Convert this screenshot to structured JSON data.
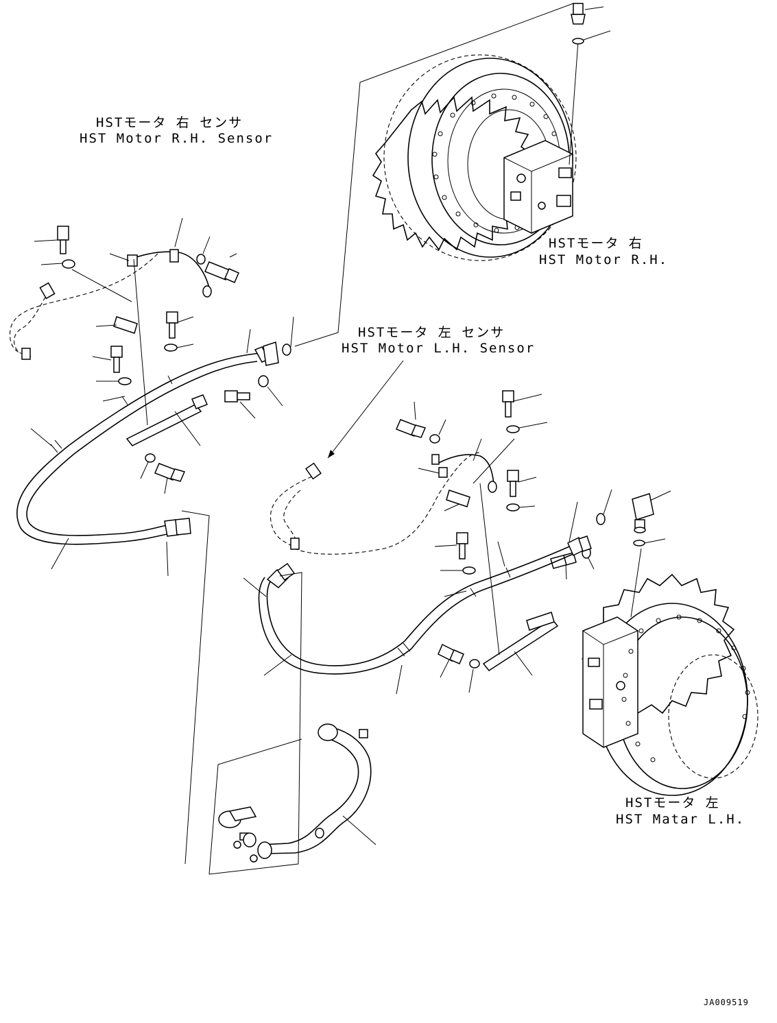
{
  "labels": {
    "rh_sensor_jp": "HSTモータ 右 センサ",
    "rh_sensor_en": "HST Motor R.H. Sensor",
    "rh_motor_jp": "HSTモータ 右",
    "rh_motor_en": "HST Motor R.H.",
    "lh_sensor_jp": "HSTモータ 左 センサ",
    "lh_sensor_en": "HST Motor L.H. Sensor",
    "lh_motor_jp": "HSTモータ 左",
    "lh_motor_en": "HST Matar L.H."
  },
  "drawing_number": "JA009519"
}
